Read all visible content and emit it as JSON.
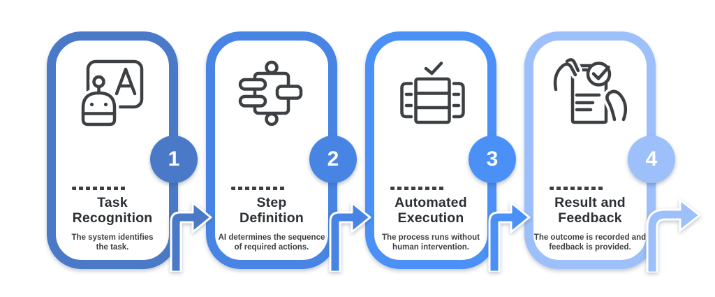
{
  "diagram_title": "AI automation process flow (4 steps)",
  "colors": {
    "background": "#FFFFFF",
    "icon_stroke": "#3C4043",
    "dash": "#3C4043",
    "title_text": "#2B2F33",
    "description_text": "#3C4043",
    "badge_text": "#FFFFFF"
  },
  "steps": [
    {
      "number": "1",
      "title": "Task\nRecognition",
      "description": "The system identifies\nthe task.",
      "color": "#4A7AC7",
      "icon": "robot-presentation-icon"
    },
    {
      "number": "2",
      "title": "Step\nDefinition",
      "description": "AI determines the sequence\nof required actions.",
      "color": "#4884E4",
      "icon": "workflow-blocks-icon"
    },
    {
      "number": "3",
      "title": "Automated\nExecution",
      "description": "The process runs without\nhuman intervention.",
      "color": "#4A90F7",
      "icon": "machine-check-icon"
    },
    {
      "number": "4",
      "title": "Result and\nFeedback",
      "description": "The outcome is recorded and\nfeedback is provided.",
      "color": "#9DBFFA",
      "icon": "document-hands-check-icon"
    }
  ]
}
